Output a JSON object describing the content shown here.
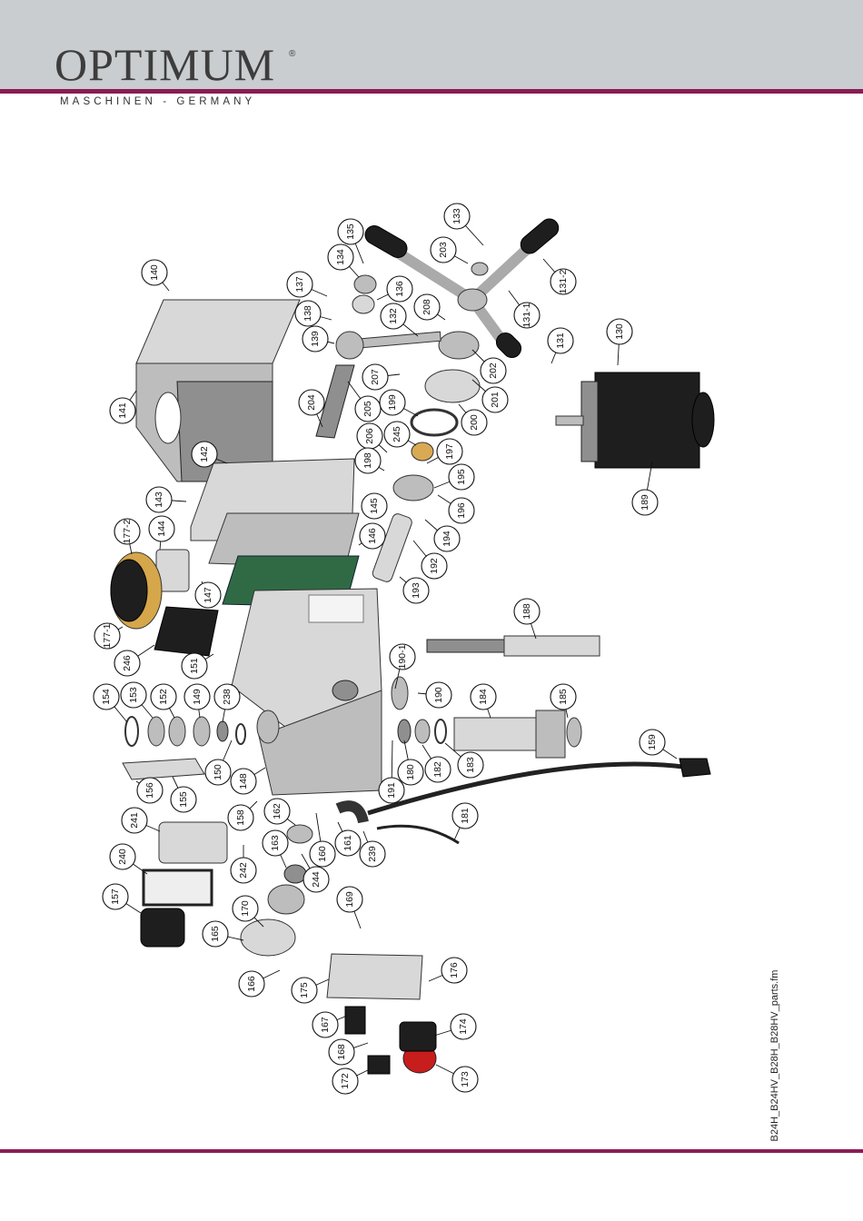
{
  "header": {
    "brand": "OPTIMUM",
    "registered_mark": "®",
    "tagline": "MASCHINEN - GERMANY"
  },
  "footer": {
    "filename": "B24H_B24HV_B28H_B28HV_parts.fm"
  },
  "callouts": [
    "140",
    "141",
    "142",
    "143",
    "144",
    "177-2",
    "177-1",
    "147",
    "246",
    "151",
    "154",
    "153",
    "152",
    "149",
    "238",
    "150",
    "156",
    "155",
    "148",
    "158",
    "162",
    "163",
    "244",
    "160",
    "161",
    "239",
    "241",
    "242",
    "240",
    "157",
    "170",
    "165",
    "166",
    "169",
    "175",
    "167",
    "168",
    "172",
    "173",
    "174",
    "176",
    "137",
    "138",
    "139",
    "134",
    "135",
    "136",
    "204",
    "205",
    "207",
    "132",
    "208",
    "133",
    "203",
    "131-2",
    "131-1",
    "202",
    "201",
    "200",
    "199",
    "206",
    "245",
    "197",
    "198",
    "195",
    "196",
    "194",
    "192",
    "145",
    "146",
    "193",
    "131",
    "130",
    "189",
    "188",
    "190-1",
    "190",
    "184",
    "185",
    "191",
    "180",
    "182",
    "183",
    "159",
    "181"
  ]
}
